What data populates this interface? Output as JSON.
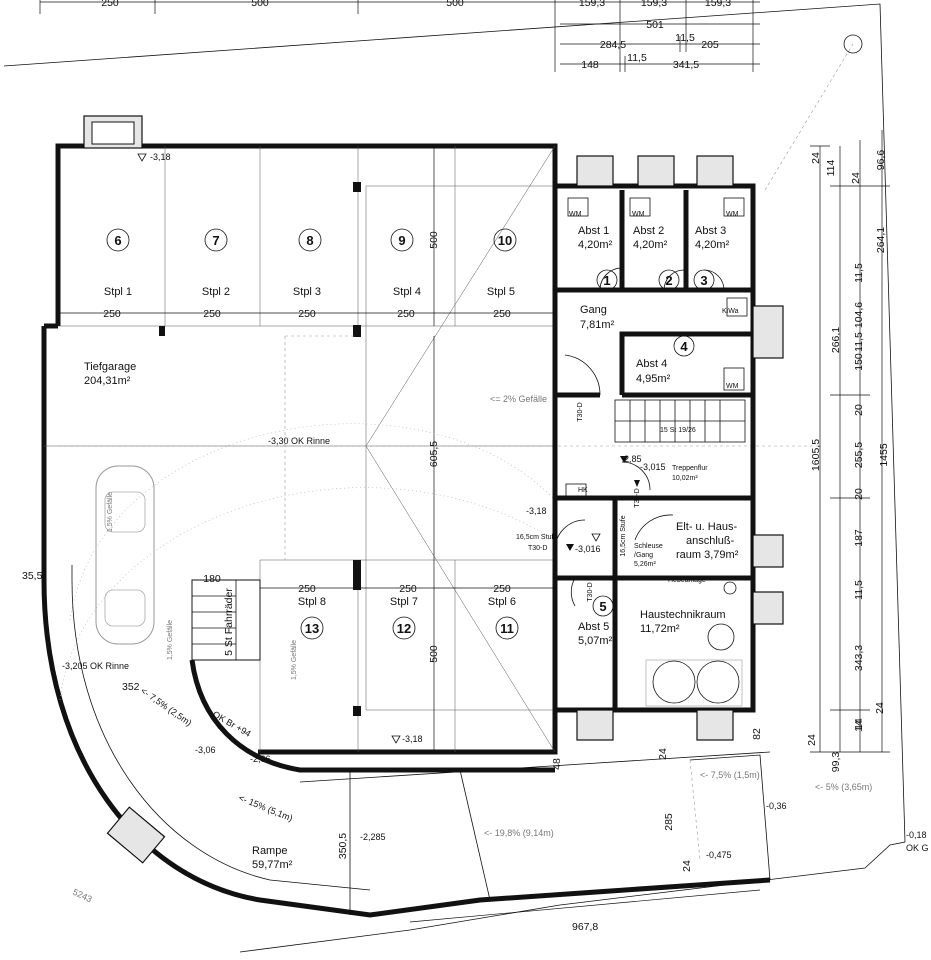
{
  "parking": {
    "stpl_top": [
      "Stpl 1",
      "Stpl 2",
      "Stpl 3",
      "Stpl 4",
      "Stpl 5"
    ],
    "nums_top": [
      "6",
      "7",
      "8",
      "9",
      "10"
    ],
    "stpl_bottom": [
      "Stpl 8",
      "Stpl 7",
      "Stpl 6"
    ],
    "nums_bottom": [
      "13",
      "12",
      "11"
    ],
    "width_top": [
      "250",
      "250",
      "250",
      "250",
      "250"
    ],
    "width_bottom": [
      "250",
      "250",
      "250"
    ],
    "depth_top": "500",
    "depth_bottom": "500",
    "total_depth": "605,5"
  },
  "rooms": {
    "tiefgarage": {
      "name": "Tiefgarage",
      "area": "204,31m²"
    },
    "abst1": {
      "name": "Abst 1",
      "area": "4,20m²",
      "num": "1"
    },
    "abst2": {
      "name": "Abst 2",
      "area": "4,20m²",
      "num": "2"
    },
    "abst3": {
      "name": "Abst 3",
      "area": "4,20m²",
      "num": "3"
    },
    "gang": {
      "name": "Gang",
      "area": "7,81m²"
    },
    "abst4": {
      "name": "Abst 4",
      "area": "4,95m²",
      "num": "4"
    },
    "abst5": {
      "name": "Abst 5",
      "area": "5,07m²",
      "num": "5"
    },
    "elt_line1": "Elt- u. Haus-",
    "elt_line2": "anschluß-",
    "elt_line3": "raum 3,79m²",
    "haustechnik": {
      "name": "Haustechnikraum",
      "area": "11,72m²"
    },
    "rampe": {
      "name": "Rampe",
      "area": "59,77m²"
    },
    "treppenflur": {
      "name": "Treppenflur",
      "area": "10,02m²"
    },
    "schleuse": {
      "name": "Schleuse",
      "sub": "/Gang",
      "area": "5,26m²"
    }
  },
  "annotations": {
    "gefaelle_2": "<= 2% Gefälle",
    "rinne_top": "-3,30 OK Rinne",
    "rinne_left": "-3,205 OK Rinne",
    "lvl_top": "-3,18",
    "lvl_bottom": "-3,18",
    "lvl_ewall": "-3,18",
    "lvl_3015": "-3,015",
    "lvl_3016": "-3,016",
    "lvl_285": "2,85",
    "lvl_306": "-3,06",
    "lvl_266": "-2,66",
    "lvl_2285": "-2,285",
    "lvl_036": "-0,36",
    "lvl_0475": "-0,475",
    "lvl_018": "-0,18",
    "ok_label": "OK G",
    "ok_br": "OK Br +94",
    "stufen_5": "5 St Fahrräder",
    "stufe_165a": "16,5cm Stufe",
    "stufe_165b": "16,5cm Stufe",
    "t30_a": "T30-D",
    "t30_b": "T30-D",
    "t30_c": "T30-D",
    "t30_d": "T30-D",
    "slope_75": "<- 7,5% (2,5m)",
    "slope_15": "<- 15% (5,1m)",
    "slope_198": "<- 19,8% (9,14m)",
    "slope_5": "<- 5% (3,65m)",
    "slope_75b": "<- 7,5% (1,5m)",
    "gefaelle_15a": "1,5% Gefälle",
    "gefaelle_15b": "1,5% Gefälle",
    "gefaelle_15c": "1,5% Gefälle",
    "wm1": "WM",
    "wm2": "WM",
    "wm3": "WM",
    "wm4": "WM",
    "kiwa": "KiWa",
    "stg": "15 St 19/26",
    "hk": "HK",
    "seal": "5243",
    "hebeanlage": "Hebeanlage"
  },
  "dims_top": {
    "row0": [
      "250",
      "500",
      "500",
      "159,3",
      "159,3",
      "159,3"
    ],
    "d501": "501",
    "d2845": "284,5",
    "d115a": "11,5",
    "d205": "205",
    "d148": "148",
    "d115b": "11,5",
    "d3415": "341,5"
  },
  "dims_right": {
    "c1": [
      "24",
      "114",
      "24"
    ],
    "d966": "96,6",
    "d2641": "264,1",
    "d115": "11,5",
    "d1046": "104,6",
    "d115b": "11,5",
    "d2661": "266,1",
    "d150": "150",
    "d20a": "20",
    "d2555": "255,5",
    "d20b": "20",
    "d187": "187",
    "d115c": "11,5",
    "d3433": "343,3",
    "d14": "14",
    "d24": "24",
    "d24b": "24",
    "d993": "99,3",
    "d14b": "14",
    "d16055": "1605,5",
    "d1455": "1455"
  },
  "dims_misc": {
    "d180": "180",
    "d3535": "35,5",
    "d352": "352",
    "d3505": "350,5",
    "d9678": "967,8",
    "d82": "82",
    "d48": "48",
    "d24r1": "24",
    "d285": "285",
    "d24r2": "24"
  }
}
